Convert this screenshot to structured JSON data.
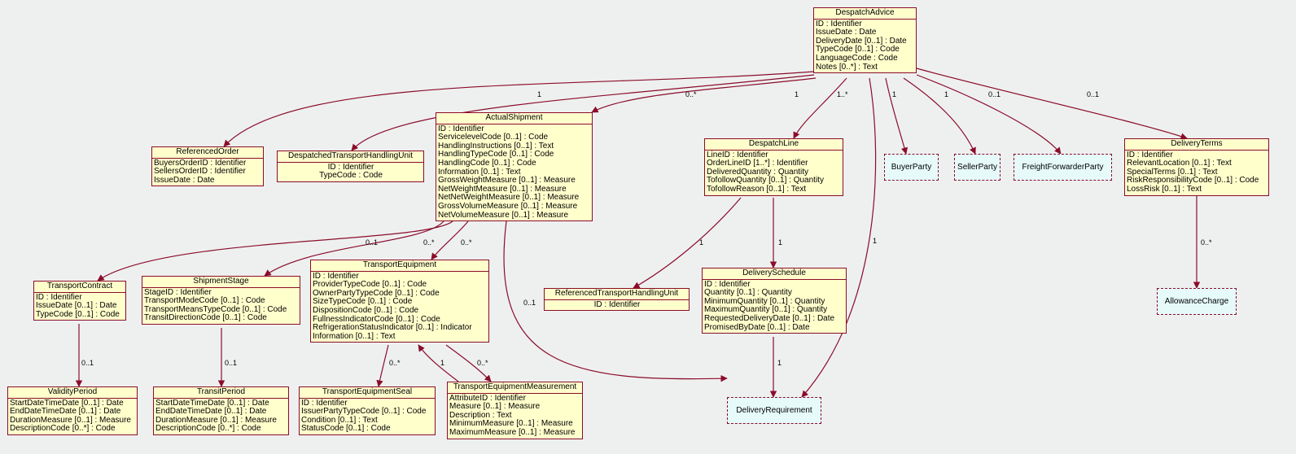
{
  "classes": {
    "DespatchAdvice": {
      "name": "DespatchAdvice",
      "attrs": [
        "ID : Identifier",
        "IssueDate : Date",
        "DeliveryDate [0..1] : Date",
        "TypeCode [0..1] : Code",
        "LanguageCode : Code",
        "Notes [0..*] : Text"
      ]
    },
    "ReferencedOrder": {
      "name": "ReferencedOrder",
      "attrs": [
        "BuyersOrderID : Identifier",
        "SellersOrderID : Identifier",
        "IssueDate : Date"
      ]
    },
    "DespatchedTransportHandlingUnit": {
      "name": "DespatchedTransportHandlingUnit",
      "attrs": [
        "ID : Identifier",
        "TypeCode : Code"
      ]
    },
    "ActualShipment": {
      "name": "ActualShipment",
      "attrs": [
        "ID : Identifier",
        "ServicelevelCode [0..1] : Code",
        "HandlingInstructions [0..1] : Text",
        "HandlingTypeCode [0..1] : Code",
        "HandlingCode [0..1] : Code",
        "Information [0..1] : Text",
        "GrossWeightMeasure [0..1] : Measure",
        "NetWeightMeasure [0..1] : Measure",
        "NetNetWeightMeasure [0..1] : Measure",
        "GrossVolumeMeasure [0..1] : Measure",
        "NetVolumeMeasure [0..1] : Measure"
      ]
    },
    "DespatchLine": {
      "name": "DespatchLine",
      "attrs": [
        "LineID : Identifier",
        "OrderLineID [1..*] : Identifier",
        "DeliveredQuantity : Quantity",
        "TofollowQuantity [0..1] : Quantity",
        "TofollowReason [0..1] : Text"
      ]
    },
    "DeliveryTerms": {
      "name": "DeliveryTerms",
      "attrs": [
        "ID : Identifier",
        "RelevantLocation [0..1] : Text",
        "SpecialTerms [0..1] : Text",
        "RiskResponsibilityCode [0..1] : Code",
        "LossRisk [0..1] : Text"
      ]
    },
    "TransportContract": {
      "name": "TransportContract",
      "attrs": [
        "ID : Identifier",
        "IssueDate [0..1] : Date",
        "TypeCode [0..1] : Code"
      ]
    },
    "ShipmentStage": {
      "name": "ShipmentStage",
      "attrs": [
        "StageID : Identifier",
        "TransportModeCode [0..1] : Code",
        "TransportMeansTypeCode [0..1] : Code",
        "TransitDirectionCode [0..1] : Code"
      ]
    },
    "TransportEquipment": {
      "name": "TransportEquipment",
      "attrs": [
        "ID : Identifier",
        "ProviderTypeCode [0..1] : Code",
        "OwnerPartyTypeCode [0..1] : Code",
        "SizeTypeCode [0..1] : Code",
        "DispositionCode [0..1] : Code",
        "FullnessIndicatorCode [0..1] : Code",
        "RefrigerationStatusIndicator [0..1] : Indicator",
        "Information [0..1] : Text"
      ]
    },
    "ReferencedTransportHandlingUnit": {
      "name": "ReferencedTransportHandlingUnit",
      "attrs": [
        "ID : Identifier"
      ]
    },
    "DeliverySchedule": {
      "name": "DeliverySchedule",
      "attrs": [
        "ID : Identifier",
        "Quantity [0..1] : Quantity",
        "MinimumQuantity [0..1] : Quantity",
        "MaximumQuantity [0..1] : Quantity",
        "RequestedDeliveryDate [0..1] : Date",
        "PromisedByDate [0..1] : Date"
      ]
    },
    "ValidityPeriod": {
      "name": "ValidityPeriod",
      "attrs": [
        "StartDateTimeDate [0..1] : Date",
        "EndDateTimeDate [0..1] : Date",
        "DurationMeasure [0..1] : Measure",
        "DescriptionCode [0..*] : Code"
      ]
    },
    "TransitPeriod": {
      "name": "TransitPeriod",
      "attrs": [
        "StartDateTimeDate [0..1] : Date",
        "EndDateTimeDate [0..1] : Date",
        "DurationMeasure [0..1] : Measure",
        "DescriptionCode [0..*] : Code"
      ]
    },
    "TransportEquipmentSeal": {
      "name": "TransportEquipmentSeal",
      "attrs": [
        "ID : Identifier",
        "IssuerPartyTypeCode [0..1] : Code",
        "Condition [0..1] : Text",
        "StatusCode [0..1] : Code"
      ]
    },
    "TransportEquipmentMeasurement": {
      "name": "TransportEquipmentMeasurement",
      "attrs": [
        "AttributeID : Identifier",
        "Measure [0..1] : Measure",
        "Description : Text",
        "MinimumMeasure [0..1] : Measure",
        "MaximumMeasure [0..1] : Measure"
      ]
    }
  },
  "external": {
    "BuyerParty": "BuyerParty",
    "SellerParty": "SellerParty",
    "FreightForwarderParty": "FreightForwarderParty",
    "AllowanceCharge": "AllowanceCharge",
    "DeliveryRequirement": "DeliveryRequirement"
  },
  "multiplicities": {
    "m1": "1",
    "m2": "0..*",
    "m3": "1",
    "m4": "1..*",
    "m5": "1",
    "m6": "1",
    "m7": "0..1",
    "m8": "0..1",
    "m9": "1",
    "m10": "0..1",
    "m11": "0..*",
    "m12": "0..*",
    "m13": "0..1",
    "m14": "1",
    "m15": "1",
    "m16": "0..*",
    "m17": "0..1",
    "m18": "0..1",
    "m19": "0..*",
    "m20": "1",
    "m21": "0..*",
    "m22": "1"
  },
  "colors": {
    "class_fill": "#ffffcc",
    "external_fill": "#e6fafa",
    "line": "#8b0c2a",
    "background": "#eef0f0"
  }
}
